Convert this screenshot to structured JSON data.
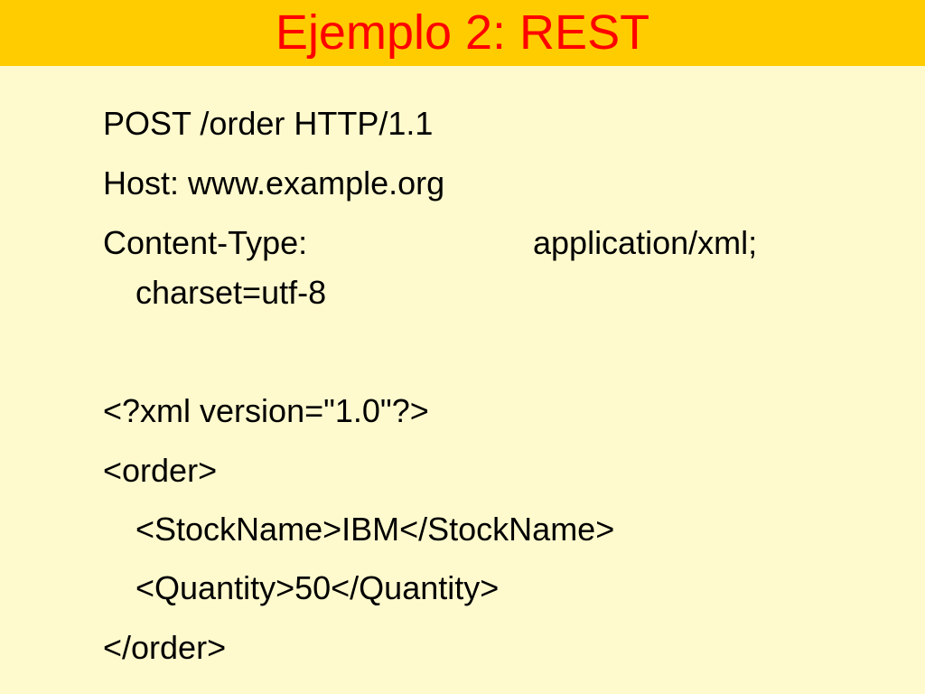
{
  "slide": {
    "title": "Ejemplo 2: REST",
    "colors": {
      "background": "#FFFACD",
      "title_bar": "#FFCC00",
      "title_text": "#FF0000",
      "body_text": "#000000"
    },
    "lines": {
      "request_line": "POST /order HTTP/1.1",
      "host": "Host: www.example.org",
      "content_type_label": "Content-Type:",
      "content_type_value": "application/xml;",
      "content_type_cont": "charset=utf-8",
      "xml_decl": "<?xml version=\"1.0\"?>",
      "order_open": "<order>",
      "stock_name": "<StockName>IBM</StockName>",
      "quantity": "<Quantity>50</Quantity>",
      "order_close": "</order>"
    }
  }
}
